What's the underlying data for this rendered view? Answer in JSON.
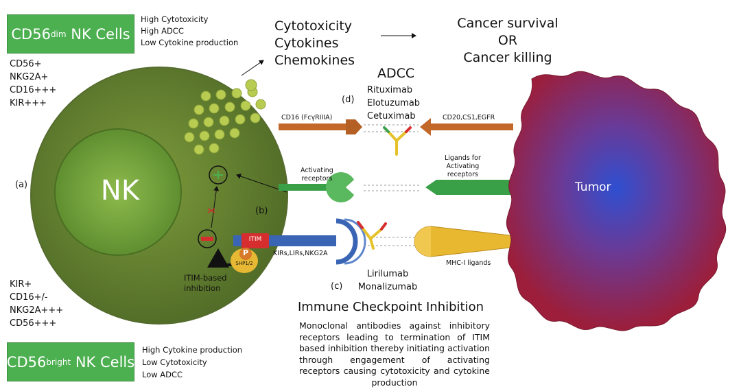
{
  "top_left": {
    "box_title_main": "CD56",
    "box_title_sup": "dim",
    "box_title_rest": " NK Cells",
    "properties": [
      "High Cytotoxicity",
      "High ADCC",
      "Low Cytokine production"
    ],
    "markers": [
      "CD56+",
      "NKG2A+",
      "CD16+++",
      "KIR+++"
    ]
  },
  "bottom_left": {
    "box_title_main": "CD56",
    "box_title_sup": "bright",
    "box_title_rest": " NK Cells",
    "properties": [
      "High Cytokine production",
      "Low Cytotoxicity",
      "Low ADCC"
    ],
    "markers": [
      "KIR+",
      "CD16+/-",
      "NKG2A+++",
      "CD56+++"
    ]
  },
  "outputs": [
    "Cytotoxicity",
    "Cytokines",
    "Chemokines"
  ],
  "outcome": [
    "Cancer survival",
    "OR",
    "Cancer killing"
  ],
  "panel_labels": {
    "a": "(a)",
    "b": "(b)",
    "c": "(c)",
    "d": "(d)"
  },
  "nk_label": "NK",
  "tumor_label": "Tumor",
  "adcc": {
    "title": "ADCC",
    "drugs": [
      "Rituximab",
      "Elotuzumab",
      "Cetuximab"
    ],
    "nk_receptor": "CD16 (FcγRIIIA)",
    "tumor_targets": "CD20,CS1,EGFR"
  },
  "activating": {
    "nk_receptor": [
      "Activating",
      "receptors"
    ],
    "tumor_ligand": [
      "Ligands for",
      "Activating",
      "receptors"
    ]
  },
  "inhibitory": {
    "nk_receptor": "KIRs,LIRs,NKG2A",
    "tumor_ligand": "MHC-I ligands",
    "itim": "ITIM",
    "phosphate": "P",
    "phosphatase": "SHP1/2",
    "itim_caption": [
      "ITIM-based",
      "inhibition"
    ],
    "drugs": [
      "Lirilumab",
      "Monalizumab"
    ]
  },
  "checkpoint": {
    "title": "Immune Checkpoint Inhibition",
    "description": "Monoclonal antibodies against inhibitory receptors leading to termination of ITIM based inhibition thereby initiating activation through engagement of activating receptors causing cytotoxicity and cytokine production"
  },
  "colors": {
    "box_green": "#4caf50",
    "cell_green": "#5f7d2c",
    "nucleus_green": "#6d9a3a",
    "granule": "#b6c950",
    "orange": "#c2692a",
    "activating_green": "#3aa048",
    "inhibitory_blue": "#3a64b4",
    "mhc_yellow": "#e8b830",
    "tumor_red": "#9c1e3a",
    "tumor_blue": "#3a56c8"
  }
}
